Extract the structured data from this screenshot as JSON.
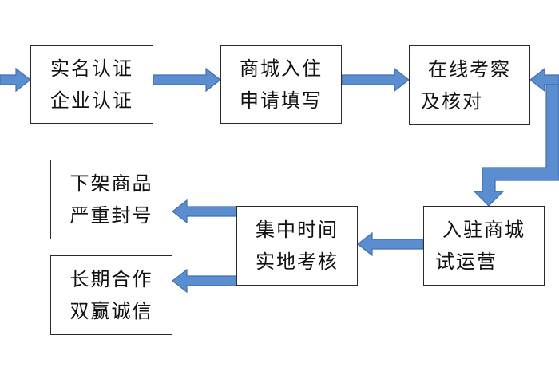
{
  "colors": {
    "arrow_fill": "#5b8ed1",
    "arrow_stroke": "#3f6fae",
    "box_border": "#2b2b2b",
    "text": "#111111"
  },
  "boxes": {
    "real_name_auth": {
      "line1": "实名认证",
      "line2": "企业认证"
    },
    "mall_entry": {
      "line1": "商城入住",
      "line2": "申请填写"
    },
    "online_review": {
      "line1": "在线考察",
      "line2": "及核对"
    },
    "trial_operation": {
      "line1": "入驻商城",
      "line2": "试运营"
    },
    "onsite_assessment": {
      "line1": "集中时间",
      "line2": "实地考核"
    },
    "delist_ban": {
      "line1": "下架商品",
      "line2": "严重封号"
    },
    "long_term_coop": {
      "line1": "长期合作",
      "line2": "双赢诚信"
    }
  }
}
